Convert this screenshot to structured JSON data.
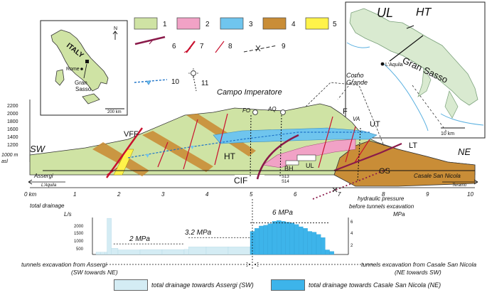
{
  "colors": {
    "unit1": "#cfe3a4",
    "unit2": "#f1a2c6",
    "unit3": "#6fc5ee",
    "unit4": "#c98d37",
    "unit5": "#fff34a",
    "fault": "#c8102e",
    "thrust": "#8a1a4a",
    "inset": "#d9ead0",
    "drain_sw": "#d4ecf4",
    "drain_ne": "#3db4ea"
  },
  "legend": {
    "items": [
      "1",
      "2",
      "3",
      "4",
      "5",
      "6",
      "7",
      "8",
      "9",
      "10",
      "11"
    ]
  },
  "italy_map": {
    "country": "ITALY",
    "city": "Rome",
    "region": "Gran\nSasso",
    "scale": "200 km",
    "north": "N"
  },
  "gs_map": {
    "ul": "UL",
    "ht": "HT",
    "name": "Gran Sasso",
    "city": "L'Aquila",
    "scale": "10 km"
  },
  "section": {
    "sw": "SW",
    "ne": "NE",
    "assergi": "Assergi",
    "laquila": "L'Aquila",
    "casale": "Casale San Nicola",
    "teramo": "Teramo",
    "campo": "Campo Imperatore",
    "corno1": "Corno",
    "corno2": "Grande",
    "vff": "VFF",
    "ht": "HT",
    "cif": "CIF",
    "ut": "UT",
    "lt": "LT",
    "os": "OS",
    "f": "F",
    "va": "VA",
    "fo": "FO",
    "aq": "AQ",
    "bh": "BH",
    "ul": "UL",
    "s13": "S13",
    "s14": "S14",
    "elev_ticks": [
      "2200",
      "2000",
      "1800",
      "1600",
      "1400",
      "1200",
      "1000 m",
      "asl"
    ],
    "km_ticks": [
      "0 km",
      "1",
      "2",
      "3",
      "4",
      "5",
      "6",
      "7",
      "8",
      "9",
      "10"
    ]
  },
  "drainage": {
    "title1": "total drainage",
    "unit": "L/s",
    "hp1": "hydraulic pressure",
    "hp2": "before tunnels excavation",
    "hp_unit": "MPa",
    "left_ticks": [
      "2000",
      "1500",
      "1000",
      "500"
    ],
    "right_ticks": [
      "6",
      "4",
      "2"
    ],
    "p1": "2 MPa",
    "p2": "3.2 MPa",
    "p3": "6 MPa",
    "exc_sw1": "tunnels excavation from Assergi",
    "exc_sw2": "(SW towards NE)",
    "exc_ne1": "tunnels excavation from Casale San Nicola",
    "exc_ne2": "(NE towards SW)",
    "leg_sw": "total drainage towards Assergi (SW)",
    "leg_ne": "total drainage towards Casale San Nicola (NE)"
  },
  "chart_data": {
    "type": "bar",
    "title": "total drainage",
    "ylabel": "L/s",
    "ylabel_right": "MPa",
    "ylim": [
      0,
      2400
    ],
    "ylim_right": [
      0,
      7
    ],
    "series": [
      {
        "name": "total drainage towards Assergi (SW)",
        "x_km": [
          1.5,
          1.6,
          1.7,
          1.75,
          1.85,
          2.0,
          2.5,
          3.0,
          3.5,
          3.6,
          4.0,
          4.5,
          5.0
        ],
        "values": [
          150,
          150,
          150,
          2350,
          400,
          300,
          320,
          320,
          330,
          500,
          500,
          500,
          500
        ]
      },
      {
        "name": "total drainage towards Casale San Nicola (NE)",
        "x_km": [
          5.0,
          5.1,
          5.2,
          5.3,
          5.4,
          5.5,
          5.6,
          5.7,
          5.8,
          5.9,
          6.0,
          6.1,
          6.2,
          6.3,
          6.4,
          6.5,
          6.6,
          6.7,
          6.8
        ],
        "values": [
          1500,
          1700,
          1850,
          1900,
          2000,
          2150,
          2200,
          2150,
          2100,
          2050,
          1950,
          1800,
          1700,
          1500,
          1450,
          1300,
          1100,
          300,
          200
        ]
      }
    ],
    "pressure_annotations": [
      {
        "label": "2 MPa",
        "from_km": 1.9,
        "to_km": 3.5,
        "value": 2
      },
      {
        "label": "3.2 MPa",
        "from_km": 3.6,
        "to_km": 5.0,
        "value": 3.2
      },
      {
        "label": "6 MPa",
        "from_km": 5.0,
        "to_km": 6.8,
        "value": 6
      }
    ]
  }
}
